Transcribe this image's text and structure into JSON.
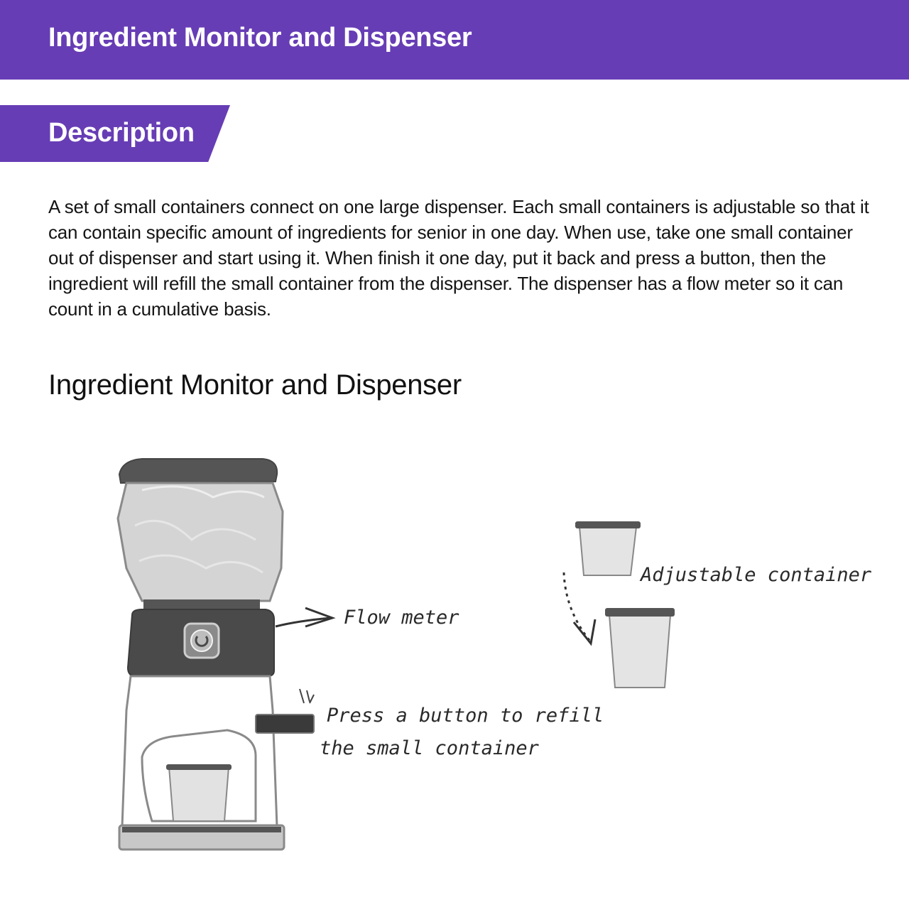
{
  "header": {
    "title": "Ingredient Monitor and Dispenser"
  },
  "section": {
    "title": "Description"
  },
  "description": "A set of small containers connect on one large dispenser. Each small containers is adjustable so that it can contain specific amount of ingredients for senior in one day. When use, take one small container out of dispenser and start using it. When finish it one day, put it back and press a button, then the ingredient will refill the small container from the dispenser. The dispenser has a flow meter so it can count in a cumulative basis.",
  "figure": {
    "title": "Ingredient Monitor and Dispenser",
    "labels": {
      "flow_meter": "Flow meter",
      "adjustable_container": "Adjustable container",
      "press_button_line1": "Press a button to refill",
      "press_button_line2": "the small container"
    },
    "colors": {
      "accent": "#673db5",
      "hopper_fill": "#d2d2d2",
      "machine_dark": "#4a4a4a",
      "outline": "#6a6a6a"
    }
  }
}
